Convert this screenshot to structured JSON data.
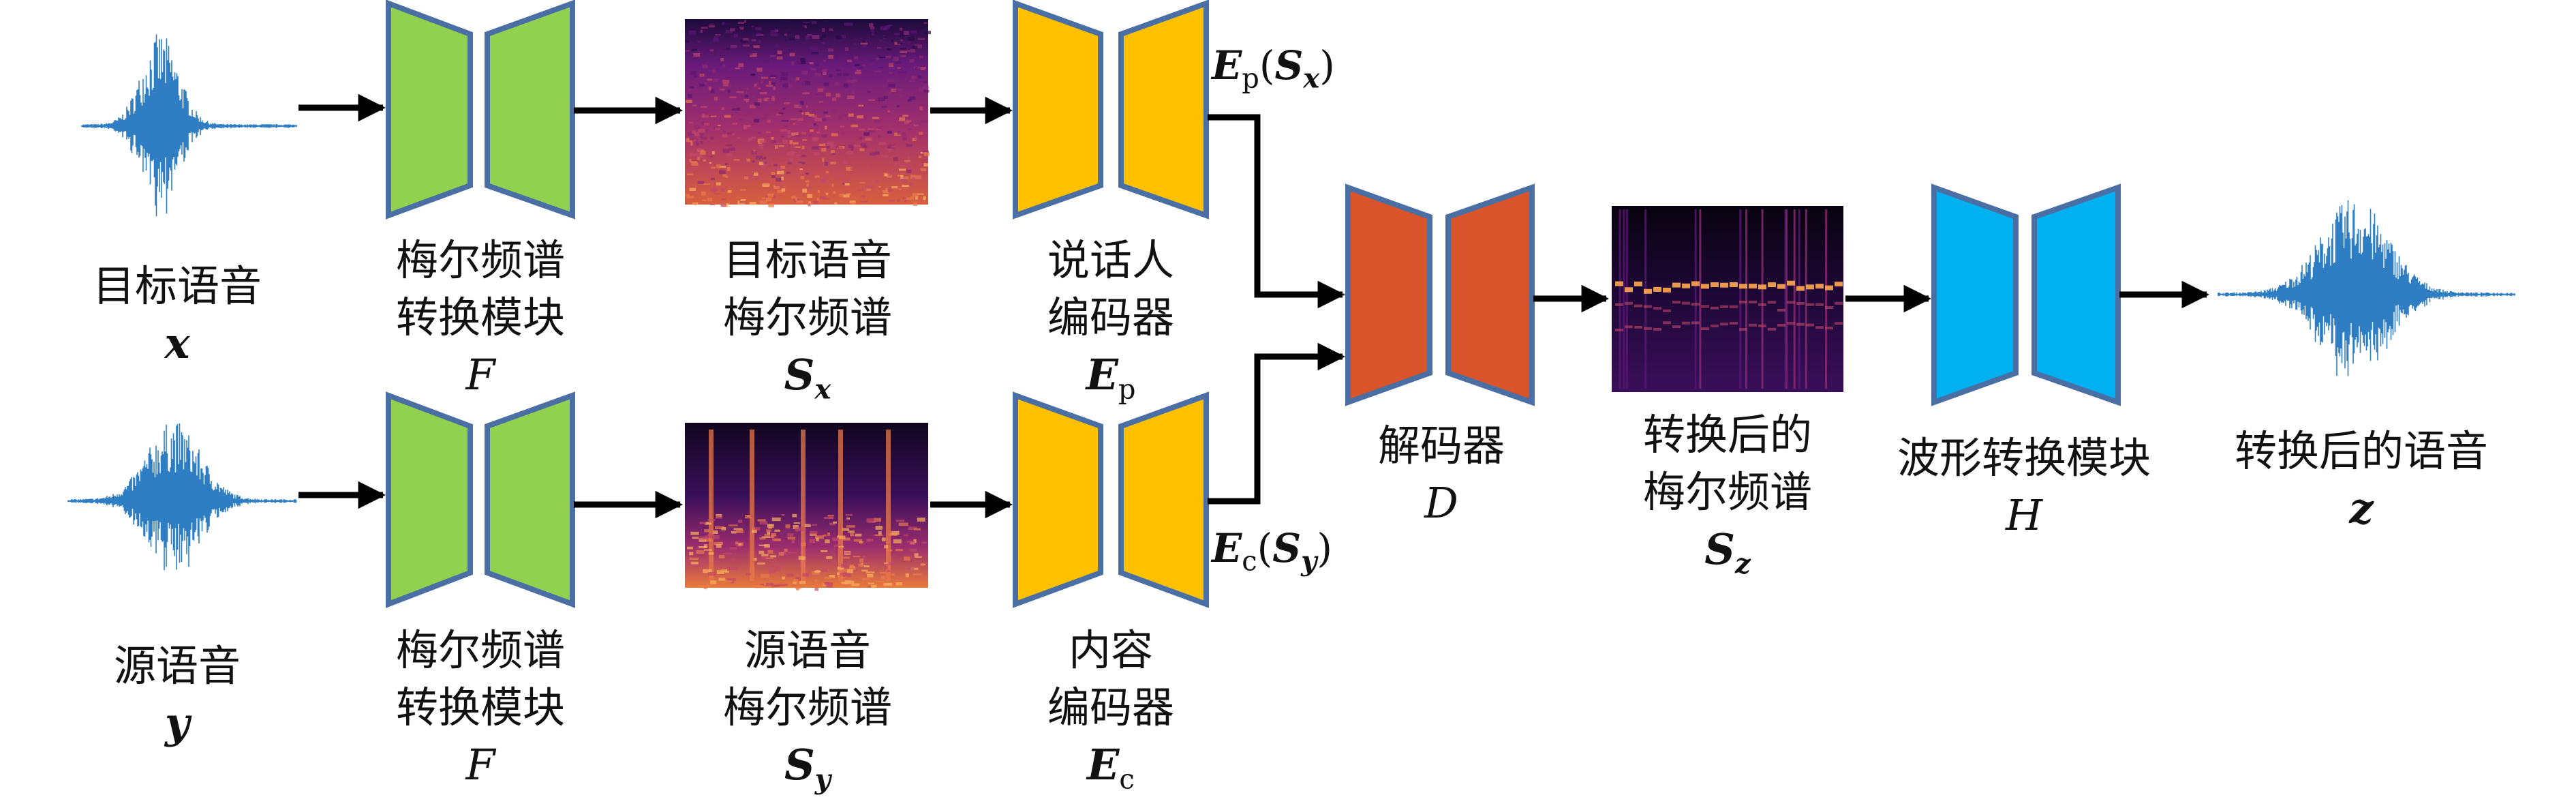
{
  "labels": {
    "target_speech": "目标语音",
    "target_speech_var": "x",
    "source_speech": "源语音",
    "source_speech_var": "y",
    "mel_transform_l1": "梅尔频谱",
    "mel_transform_l2": "转换模块",
    "mel_transform_var": "F",
    "target_mel_l1": "目标语音",
    "target_mel_l2": "梅尔频谱",
    "target_mel_var": "S",
    "target_mel_sub": "x",
    "source_mel_l1": "源语音",
    "source_mel_l2": "梅尔频谱",
    "source_mel_var": "S",
    "source_mel_sub": "y",
    "speaker_encoder_l1": "说话人",
    "speaker_encoder_l2": "编码器",
    "speaker_encoder_var": "E",
    "speaker_encoder_sub": "p",
    "content_encoder_l1": "内容",
    "content_encoder_l2": "编码器",
    "content_encoder_var": "E",
    "content_encoder_sub": "c",
    "decoder": "解码器",
    "decoder_var": "D",
    "converted_mel_l1": "转换后的",
    "converted_mel_l2": "梅尔频谱",
    "converted_mel_var": "S",
    "converted_mel_sub": "z",
    "waveform_module": "波形转换模块",
    "waveform_module_var": "H",
    "converted_speech": "转换后的语音",
    "converted_speech_var": "z"
  },
  "annotations": {
    "speaker_embedding": "E",
    "speaker_embedding_sub": "p",
    "speaker_embedding_arg": "S",
    "speaker_embedding_arg_sub": "x",
    "content_embedding": "E",
    "content_embedding_sub": "c",
    "content_embedding_arg": "S",
    "content_embedding_arg_sub": "y"
  },
  "colors": {
    "mel_transform": "#92d050",
    "encoder": "#ffc000",
    "decoder": "#d9532b",
    "waveform_module": "#00b0f0",
    "block_border": "#4a6fa5",
    "waveform": "#2f7ec4",
    "arrow": "#000000"
  }
}
